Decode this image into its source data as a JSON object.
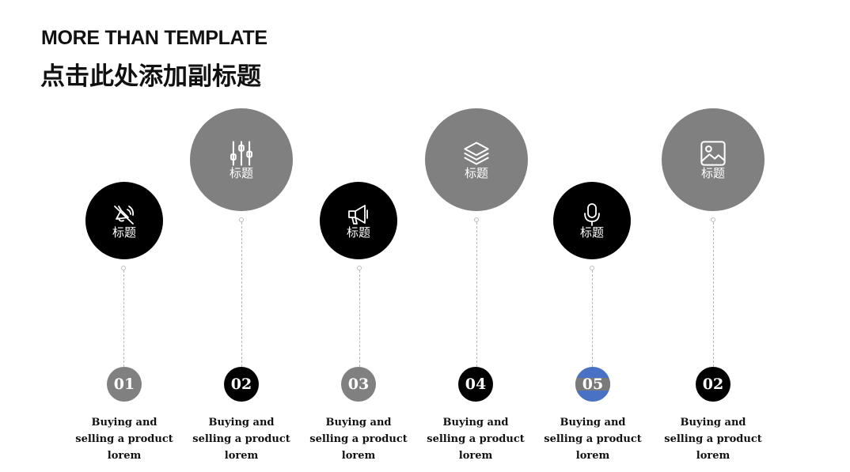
{
  "header": {
    "title": "MORE THAN TEMPLATE",
    "subtitle": "点击此处添加副标题"
  },
  "colors": {
    "black": "#000000",
    "gray": "#808080",
    "blue_accent": "#4a72c4"
  },
  "items": [
    {
      "icon": "mute-speaker-icon",
      "label": "标题",
      "number": "01",
      "number_color": "gray",
      "text": "Buying and selling a product lorem"
    },
    {
      "icon": "equalizer-sliders-icon",
      "label": "标题",
      "number": "02",
      "number_color": "black",
      "text": "Buying and selling a product lorem"
    },
    {
      "icon": "megaphone-icon",
      "label": "标题",
      "number": "03",
      "number_color": "gray",
      "text": "Buying and selling a product lorem"
    },
    {
      "icon": "layers-icon",
      "label": "标题",
      "number": "04",
      "number_color": "black",
      "text": "Buying and selling a product lorem"
    },
    {
      "icon": "microphone-icon",
      "label": "标题",
      "number": "05",
      "number_color": "blue",
      "text": "Buying and selling a product lorem"
    },
    {
      "icon": "image-icon",
      "label": "标题",
      "number": "02",
      "number_color": "black",
      "text": "Buying and selling a product lorem"
    }
  ]
}
